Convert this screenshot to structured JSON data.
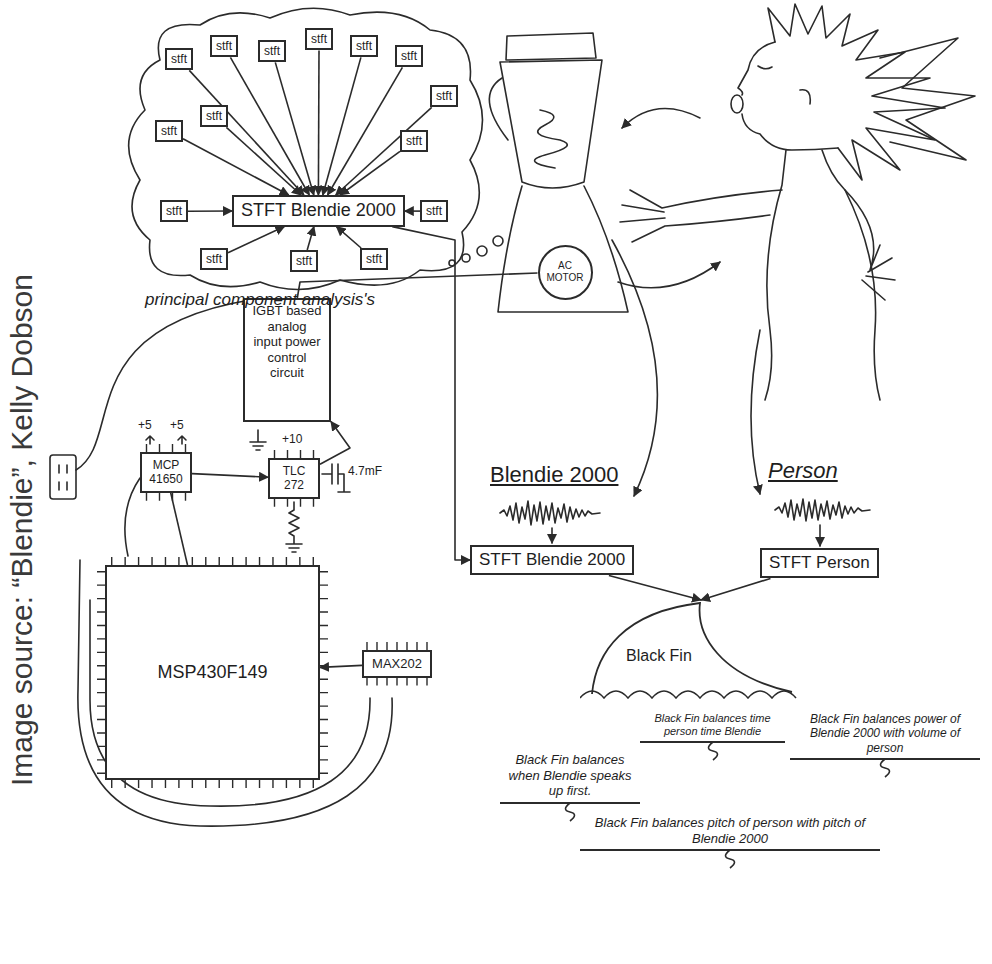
{
  "diagram": {
    "nodes": [
      {
        "text": [
          "stft"
        ]
      },
      {
        "text": [
          "stft"
        ]
      },
      {
        "text": [
          "stft"
        ]
      },
      {
        "text": [
          "stft"
        ]
      },
      {
        "text": [
          "stft"
        ]
      },
      {
        "text": [
          "stft"
        ]
      },
      {
        "text": [
          "stft"
        ]
      },
      {
        "text": [
          "stft"
        ]
      },
      {
        "text": [
          "stft"
        ]
      },
      {
        "text": [
          "stft"
        ]
      },
      {
        "text": [
          "stft"
        ]
      },
      {
        "text": [
          "stft"
        ]
      },
      {
        "text": [
          "stft"
        ]
      },
      {
        "text": [
          "stft"
        ]
      },
      {
        "text": [
          "stft"
        ]
      },
      {
        "text": [
          "STFT Blendie 2000"
        ]
      },
      {
        "text": [
          "AC MOTOR"
        ]
      },
      {
        "text": [
          "IGBT based analog input power control circuit"
        ]
      },
      {
        "text": [
          "MCP 41650"
        ]
      },
      {
        "text": [
          "TLC 272"
        ]
      },
      {
        "text": [
          "STFT Blendie 2000"
        ]
      },
      {
        "text": [
          "STFT Person"
        ]
      },
      {
        "text": [
          "Black Fin"
        ]
      },
      {
        "text": [
          "Black Fin balances time person time Blendie"
        ]
      },
      {
        "text": [
          "Black Fin balances power of Blendie 2000 with volume of person"
        ]
      },
      {
        "text": [
          "Black Fin balances when Blendie speaks up first."
        ]
      },
      {
        "text": [
          "MSP430F149"
        ]
      },
      {
        "text": [
          "MAX202"
        ]
      },
      {
        "text": [
          "Black Fin balances pitch of person with pitch of Blendie 2000"
        ]
      }
    ],
    "edges": [
      {
        "from": 0,
        "to": 15,
        "arrow": "to"
      },
      {
        "from": 1,
        "to": 15,
        "arrow": "to"
      },
      {
        "from": 2,
        "to": 15,
        "arrow": "to"
      },
      {
        "from": 3,
        "to": 15,
        "arrow": "to"
      },
      {
        "from": 4,
        "to": 15,
        "arrow": "to"
      },
      {
        "from": 5,
        "to": 15,
        "arrow": "to"
      },
      {
        "from": 6,
        "to": 15,
        "arrow": "to"
      },
      {
        "from": 7,
        "to": 15,
        "arrow": "to"
      },
      {
        "from": 8,
        "to": 15,
        "arrow": "to"
      },
      {
        "from": 9,
        "to": 15,
        "arrow": "to"
      },
      {
        "from": 10,
        "to": 15,
        "arrow": "to"
      },
      {
        "from": 11,
        "to": 15,
        "arrow": "to"
      },
      {
        "from": 12,
        "to": 15,
        "arrow": "to"
      },
      {
        "from": 13,
        "to": 15,
        "arrow": "to"
      },
      {
        "from": 14,
        "to": 15,
        "arrow": "to"
      },
      {
        "from": 15,
        "to": 20,
        "arrow": "to"
      },
      {
        "from": 16,
        "to": 17,
        "arrow": "none"
      },
      {
        "from": 18,
        "to": 19,
        "arrow": "to"
      },
      {
        "from": 19,
        "to": 17,
        "arrow": "to"
      },
      {
        "from": 26,
        "to": 18,
        "arrow": "none"
      },
      {
        "from": 27,
        "to": 26,
        "arrow": "to"
      },
      {
        "from": 20,
        "to": 22,
        "arrow": "to"
      },
      {
        "from": 21,
        "to": 22,
        "arrow": "to"
      }
    ],
    "labels": [
      "Image source: “Blendie”, Kelly Dobson",
      "principal component analysis's",
      "Blendie 2000",
      "Person",
      "+5",
      "+5",
      "+10",
      "4.7mF"
    ]
  }
}
